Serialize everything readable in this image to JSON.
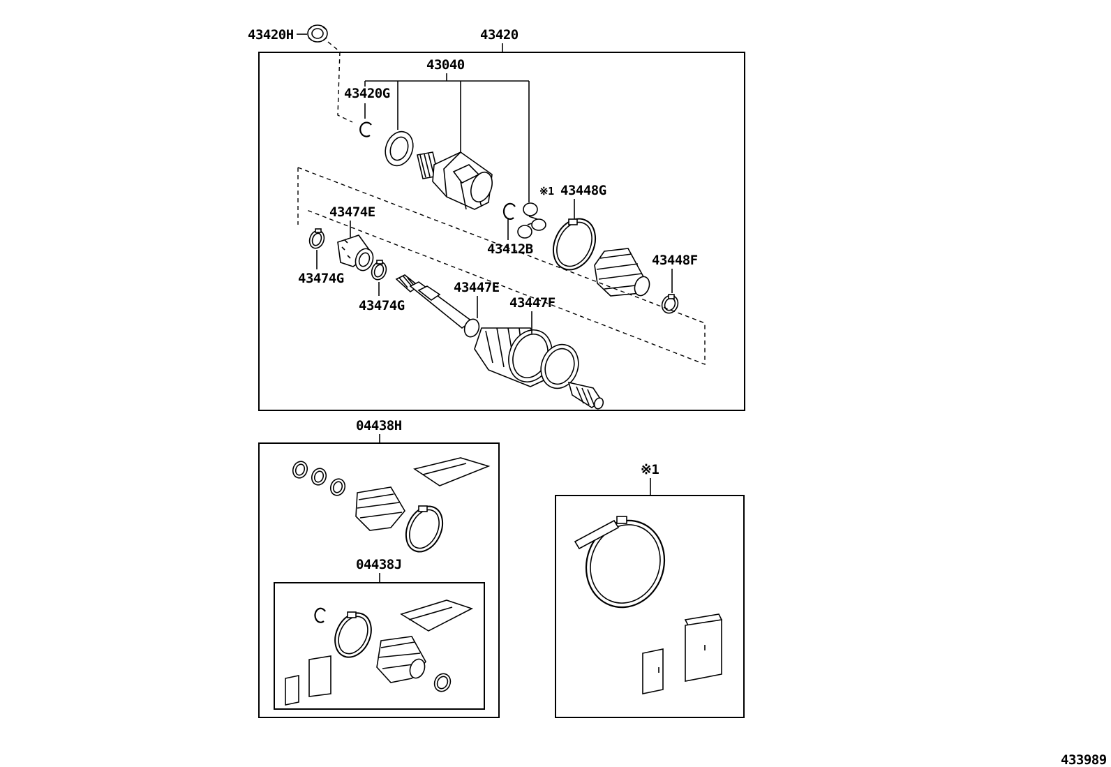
{
  "labels": {
    "part_43420H": "43420H",
    "part_43420": "43420",
    "part_43040": "43040",
    "part_43420G": "43420G",
    "part_43448G": "43448G",
    "note_mark_inline": "※1",
    "part_43474E": "43474E",
    "part_43412B": "43412B",
    "part_43448F": "43448F",
    "part_43474G_a": "43474G",
    "part_43474G_b": "43474G",
    "part_43447E": "43447E",
    "part_43447F": "43447F",
    "part_04438H": "04438H",
    "part_04438J": "04438J",
    "note_mark_box": "※1",
    "diagram_id": "433989"
  }
}
